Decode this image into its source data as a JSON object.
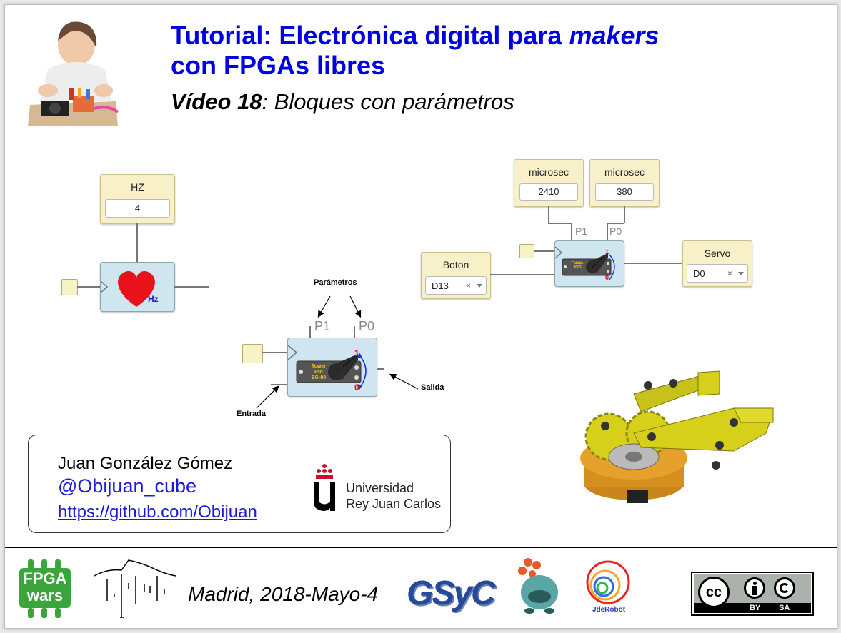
{
  "title": {
    "line1_prefix": "Tutorial: Electrónica digital para ",
    "line1_italic": "makers",
    "line2": "con FPGAs libres"
  },
  "subtitle": {
    "bold": "Vídeo 18",
    "rest": ": Bloques con parámetros"
  },
  "left_diagram": {
    "param_title": "HZ",
    "param_value": "4",
    "block_label": "Hz"
  },
  "center_diagram": {
    "annotation_params": "Parámetros",
    "p1": "P1",
    "p0": "P0",
    "servo_text": [
      "Tower",
      "Pro",
      "SG-90"
    ],
    "mark_1": "1",
    "mark_0": "0",
    "annotation_output": "Salida",
    "annotation_input": "Entrada"
  },
  "right_diagram": {
    "param1_title": "microsec",
    "param1_value": "2410",
    "param2_title": "microsec",
    "param2_value": "380",
    "p1": "P1",
    "p0": "P0",
    "servo_text": [
      "Futaba",
      "3003"
    ],
    "mark_1": "1",
    "mark_0": "0",
    "boton_title": "Boton",
    "boton_value": "D13",
    "servo_title": "Servo",
    "servo_value": "D0",
    "clear_symbol": "×"
  },
  "author": {
    "name": "Juan González Gómez",
    "handle": "@Obijuan_cube",
    "link": "https://github.com/Obijuan",
    "university_line1": "Universidad",
    "university_line2": "Rey Juan Carlos"
  },
  "footer": {
    "fpga_logo_line1": "FPGA",
    "fpga_logo_line2": "wars",
    "madrid": "Madrid, 2018-Mayo-4",
    "gsyc": "GSyC",
    "jderobot": "JdeRobot",
    "cc_by": "BY",
    "cc_sa": "SA",
    "cc_label": "cc"
  }
}
